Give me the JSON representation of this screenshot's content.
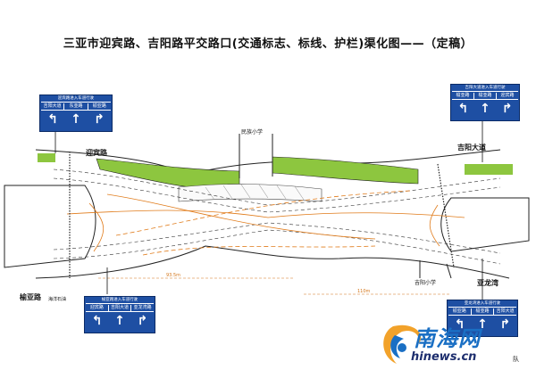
{
  "title": "三亚市迎宾路、吉阳路平交路口(交通标志、标线、护栏)渠化图——（定稿）",
  "labels": {
    "yingbin_road": "迎宾路",
    "jiyang_avenue": "吉阳大道",
    "minzu_school": "民族小学",
    "jiyang_school": "吉阳小学",
    "yalong_bay": "亚龙湾",
    "yulin_road": "榆亚路",
    "road_note": "海洋石油"
  },
  "dimensions": {
    "dim_left": "93.5m",
    "dim_right": "110m"
  },
  "signs": {
    "top_left": {
      "title": "迎宾路进入车道行驶",
      "cols": [
        "吉阳大道",
        "东亚路",
        "榆亚路"
      ],
      "arrows": [
        "↰",
        "↑",
        "↱"
      ]
    },
    "top_right": {
      "title": "吉阳大道进入车道行驶",
      "cols": [
        "榆亚路",
        "榆亚路",
        "迎宾路"
      ],
      "arrows": [
        "↰",
        "↑",
        "↱"
      ]
    },
    "bottom_left": {
      "title": "榆亚路进入车道行驶",
      "cols": [
        "迎宾路",
        "吉阳大道",
        "亚龙湾路"
      ],
      "arrows": [
        "↰",
        "↑",
        "↱"
      ]
    },
    "bottom_right": {
      "title": "亚龙湾进入车道行驶",
      "cols": [
        "榆亚路",
        "榆亚路",
        "吉阳大道"
      ],
      "arrows": [
        "↰",
        "↑",
        "↱"
      ]
    }
  },
  "watermark": {
    "brand": "南海网",
    "url": "hinews.cn",
    "suffix": "队"
  },
  "colors": {
    "sign_blue": "#1e4fa3",
    "green_belt": "#8dc63f",
    "lane_orange": "#e07b1a",
    "brand_blue": "#1a6fc4"
  }
}
